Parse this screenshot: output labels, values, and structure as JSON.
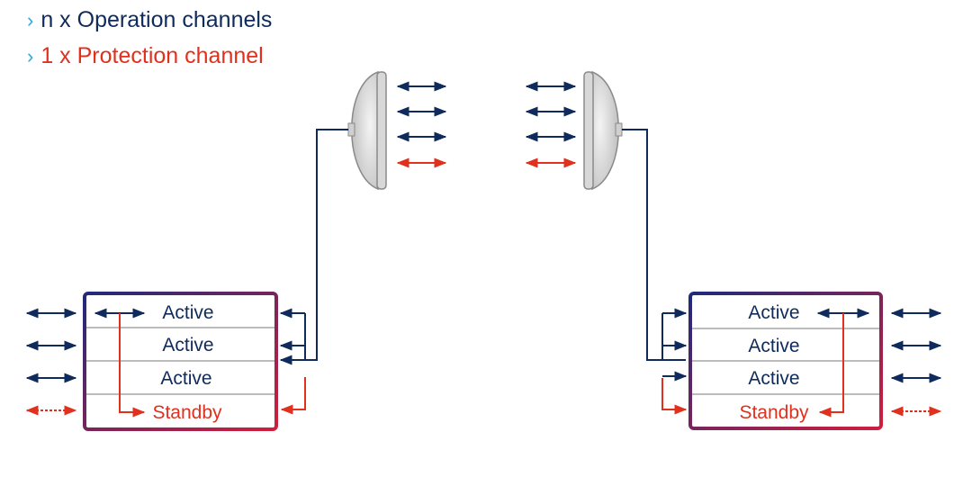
{
  "legend": [
    {
      "bullet": "›",
      "text": "n x Operation channels"
    },
    {
      "bullet": "›",
      "text": "1 x Protection channel"
    }
  ],
  "left_unit": {
    "channels": [
      "Active",
      "Active",
      "Active",
      "Standby"
    ]
  },
  "right_unit": {
    "channels": [
      "Active",
      "Active",
      "Active",
      "Standby"
    ]
  },
  "colors": {
    "operation": "#0f2b5b",
    "protection": "#e0301e",
    "bullet": "#29a9e0"
  }
}
